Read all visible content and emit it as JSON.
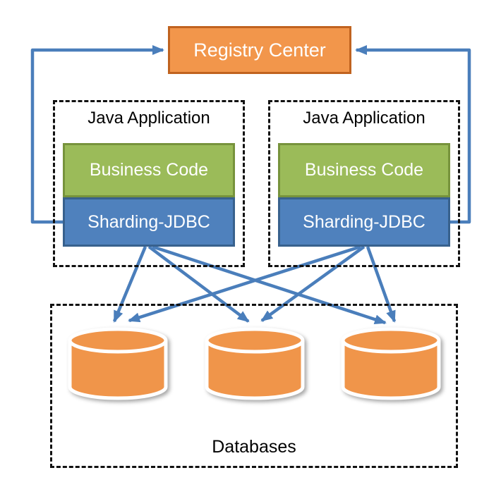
{
  "diagram": {
    "registry_center": {
      "label": "Registry Center"
    },
    "applications": [
      {
        "title": "Java Application",
        "business_code": "Business Code",
        "sharding_jdbc": "Sharding-JDBC"
      },
      {
        "title": "Java Application",
        "business_code": "Business Code",
        "sharding_jdbc": "Sharding-JDBC"
      }
    ],
    "databases": {
      "label": "Databases",
      "cylinder_count": 3
    },
    "colors": {
      "registry_fill": "#F2964B",
      "registry_border": "#C0631F",
      "business_fill": "#9BBB59",
      "business_border": "#77933C",
      "sharding_fill": "#4F81BD",
      "sharding_border": "#38618D",
      "cylinder_fill": "#F0954A",
      "arrow": "#4A7EBB",
      "dashed_border": "#111111"
    }
  }
}
